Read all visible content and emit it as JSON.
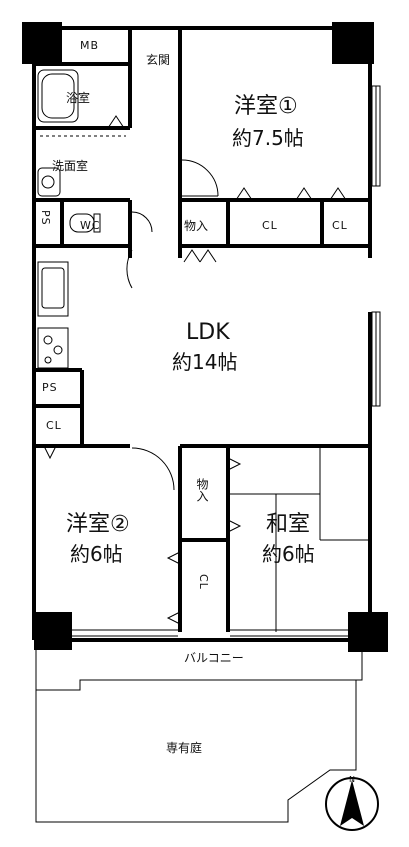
{
  "rooms": {
    "western1_name": "洋室①",
    "western1_size": "約7.5帖",
    "ldk_name": "LDK",
    "ldk_size": "約14帖",
    "western2_name": "洋室②",
    "western2_size": "約6帖",
    "japanese_name": "和室",
    "japanese_size": "約6帖",
    "mb": "MB",
    "entrance": "玄関",
    "bath": "浴室",
    "washroom": "洗面室",
    "ps1": "PS",
    "wc": "WC",
    "storage1": "物入",
    "cl1": "CL",
    "cl2": "CL",
    "ps2": "PS",
    "cl3": "CL",
    "storage2": "物入",
    "cl4": "CL",
    "balcony": "バルコニー",
    "garden": "専有庭"
  },
  "compass": {
    "label": "N"
  }
}
